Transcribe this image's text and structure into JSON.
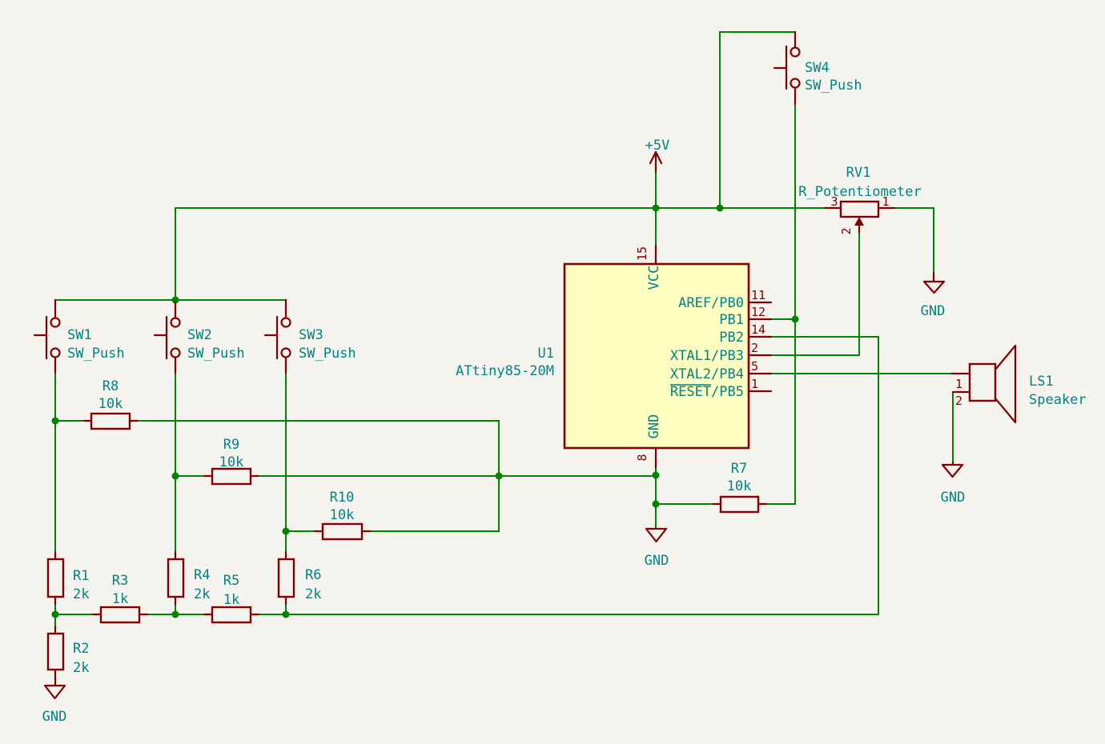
{
  "colors": {
    "background": "#F4F3EE",
    "wire_green": "#008400",
    "symbol_red": "#840000",
    "label_teal": "#008484",
    "ic_fill": "#FFFFC1"
  },
  "power_labels": {
    "plus5v": "+5V",
    "gnd": "GND"
  },
  "components": {
    "sw1": {
      "ref": "SW1",
      "value": "SW_Push"
    },
    "sw2": {
      "ref": "SW2",
      "value": "SW_Push"
    },
    "sw3": {
      "ref": "SW3",
      "value": "SW_Push"
    },
    "sw4": {
      "ref": "SW4",
      "value": "SW_Push"
    },
    "r1": {
      "ref": "R1",
      "value": "2k"
    },
    "r2": {
      "ref": "R2",
      "value": "2k"
    },
    "r3": {
      "ref": "R3",
      "value": "1k"
    },
    "r4": {
      "ref": "R4",
      "value": "2k"
    },
    "r5": {
      "ref": "R5",
      "value": "1k"
    },
    "r6": {
      "ref": "R6",
      "value": "2k"
    },
    "r7": {
      "ref": "R7",
      "value": "10k"
    },
    "r8": {
      "ref": "R8",
      "value": "10k"
    },
    "r9": {
      "ref": "R9",
      "value": "10k"
    },
    "r10": {
      "ref": "R10",
      "value": "10k"
    },
    "rv1": {
      "ref": "RV1",
      "value": "R_Potentiometer",
      "pins": {
        "p1": "1",
        "p2": "2",
        "p3": "3"
      }
    },
    "ls1": {
      "ref": "LS1",
      "value": "Speaker",
      "pins": {
        "p1": "1",
        "p2": "2"
      }
    },
    "u1": {
      "ref": "U1",
      "value": "ATtiny85-20M",
      "top_pin": {
        "name": "VCC",
        "num": "15"
      },
      "bottom_pin": {
        "name": "GND",
        "num": "8"
      },
      "right_pins": [
        {
          "name": "AREF/PB0",
          "num": "11"
        },
        {
          "name": "PB1",
          "num": "12"
        },
        {
          "name": "PB2",
          "num": "14"
        },
        {
          "name": "XTAL1/PB3",
          "num": "2"
        },
        {
          "name": "XTAL2/PB4",
          "num": "5"
        },
        {
          "name": "RESET/PB5",
          "num": "1"
        }
      ]
    }
  }
}
